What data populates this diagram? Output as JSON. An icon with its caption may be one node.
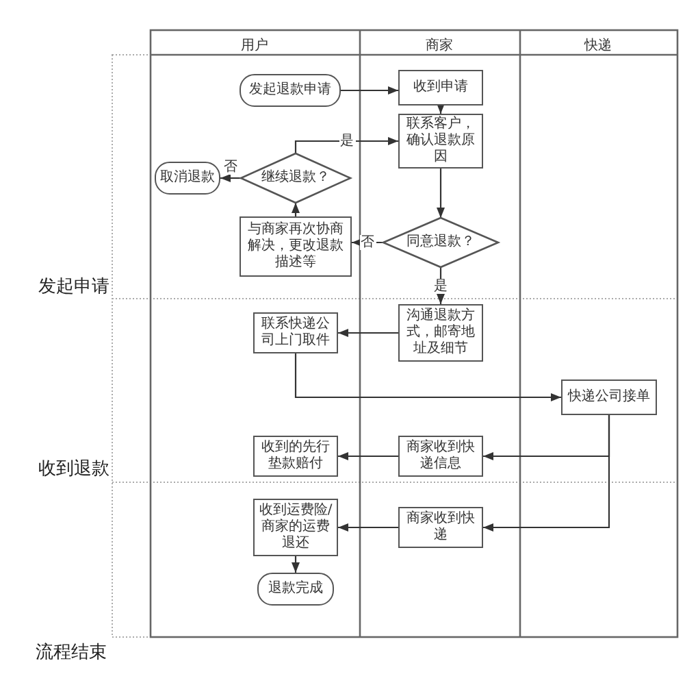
{
  "diagram": {
    "nodes": [
      {
        "text": [
          "发起退款申请"
        ]
      },
      {
        "text": [
          "收到申请"
        ]
      },
      {
        "text": [
          "联系客户，确认退款原因"
        ]
      },
      {
        "text": [
          "继续退款？"
        ]
      },
      {
        "text": [
          "取消退款"
        ]
      },
      {
        "text": [
          "与商家再次协商解决，更改退款描述等"
        ]
      },
      {
        "text": [
          "同意退款？"
        ]
      },
      {
        "text": [
          "沟通退款方式，邮寄地址及细节"
        ]
      },
      {
        "text": [
          "联系快递公司上门取件"
        ]
      },
      {
        "text": [
          "快递公司接单"
        ]
      },
      {
        "text": [
          "商家收到快递信息"
        ]
      },
      {
        "text": [
          "收到的先行垫款赔付"
        ]
      },
      {
        "text": [
          "商家收到快递"
        ]
      },
      {
        "text": [
          "收到运费险/商家的运费退还"
        ]
      },
      {
        "text": [
          "退款完成"
        ]
      }
    ],
    "edges": [
      {
        "from": 0,
        "to": 1,
        "arrow": "to"
      },
      {
        "from": 1,
        "to": 2,
        "arrow": "to"
      },
      {
        "from": 2,
        "to": 6,
        "arrow": "to"
      },
      {
        "from": 6,
        "to": 5,
        "arrow": "to",
        "label": "否"
      },
      {
        "from": 5,
        "to": 3,
        "arrow": "to"
      },
      {
        "from": 3,
        "to": 4,
        "arrow": "to",
        "label": "否"
      },
      {
        "from": 3,
        "to": 2,
        "arrow": "to",
        "label": "是"
      },
      {
        "from": 6,
        "to": 7,
        "arrow": "to",
        "label": "是"
      },
      {
        "from": 7,
        "to": 8,
        "arrow": "to"
      },
      {
        "from": 8,
        "to": 9,
        "arrow": "to"
      },
      {
        "from": 9,
        "to": 10,
        "arrow": "to"
      },
      {
        "from": 10,
        "to": 11,
        "arrow": "to"
      },
      {
        "from": 9,
        "to": 12,
        "arrow": "to"
      },
      {
        "from": 12,
        "to": 13,
        "arrow": "to"
      },
      {
        "from": 13,
        "to": 14,
        "arrow": "to"
      }
    ],
    "labels": [
      "用户",
      "商家",
      "快递",
      "发起申请",
      "收到退款",
      "流程结束"
    ]
  }
}
